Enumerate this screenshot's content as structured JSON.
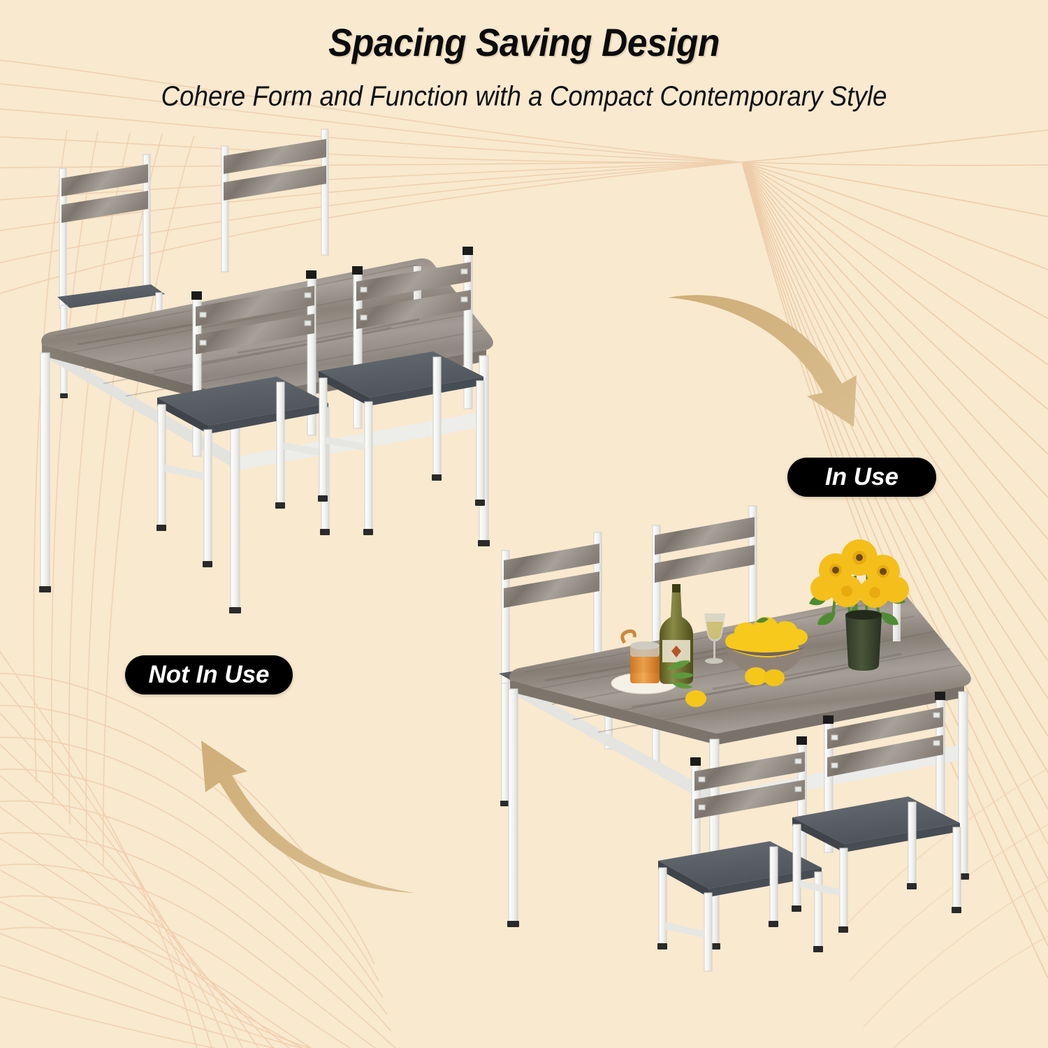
{
  "page": {
    "background_color": "#f8e9cf",
    "pattern_line_color": "#eec9a6",
    "arrow_color": "#d5b782"
  },
  "header": {
    "title": "Spacing Saving Design",
    "subtitle": "Cohere Form and Function with a Compact Contemporary Style"
  },
  "badges": {
    "in_use": "In Use",
    "not_in_use": "Not In Use"
  },
  "scenes": [
    {
      "id": "not-in-use",
      "label": "Not In Use",
      "description": "5 piece dining set with all four chairs tucked under the rectangular table",
      "table": {
        "shape": "rectangular",
        "top_finish": "grey weathered wood",
        "frame_finish": "white metal",
        "top_color": "#9a9188",
        "frame_color": "#f2f2f2",
        "foot_cap_color": "#2a2a2a"
      },
      "chairs": {
        "count": 4,
        "seat_color": "#5a5f66",
        "back_slats": 2,
        "back_finish": "grey weathered wood",
        "post_cap_color": "#1c1c1c"
      }
    },
    {
      "id": "in-use",
      "label": "In Use",
      "description": "Same dining set with chairs pulled out and the table set with food and flowers",
      "table": {
        "shape": "rectangular",
        "top_finish": "grey weathered wood",
        "frame_finish": "white metal",
        "top_color": "#9a9188",
        "frame_color": "#f2f2f2",
        "foot_cap_color": "#2a2a2a"
      },
      "chairs": {
        "count": 4,
        "seat_color": "#5a5f66",
        "back_slats": 2,
        "back_finish": "grey weathered wood",
        "post_cap_color": "#1c1c1c"
      },
      "tabletop_items": [
        {
          "name": "juice-glass",
          "color": "#e08a2e"
        },
        {
          "name": "white-saucer",
          "color": "#f4efe6"
        },
        {
          "name": "wine-bottle",
          "color": "#6b6a35"
        },
        {
          "name": "wine-glass",
          "color": "#cfcfc2"
        },
        {
          "name": "lemon-bowl",
          "color": "#8d8075"
        },
        {
          "name": "lemons",
          "color": "#f5ca1e"
        },
        {
          "name": "herb-sprig",
          "color": "#5f9a3e"
        },
        {
          "name": "sunflower-bouquet",
          "color": "#f4bf1b"
        },
        {
          "name": "vase",
          "color": "#3f4a32"
        }
      ]
    }
  ],
  "arrows": [
    {
      "id": "arrow-to-in-use",
      "direction": "down-right",
      "color": "#d5b782"
    },
    {
      "id": "arrow-to-not-in-use",
      "direction": "up-left",
      "color": "#d5b782"
    }
  ]
}
